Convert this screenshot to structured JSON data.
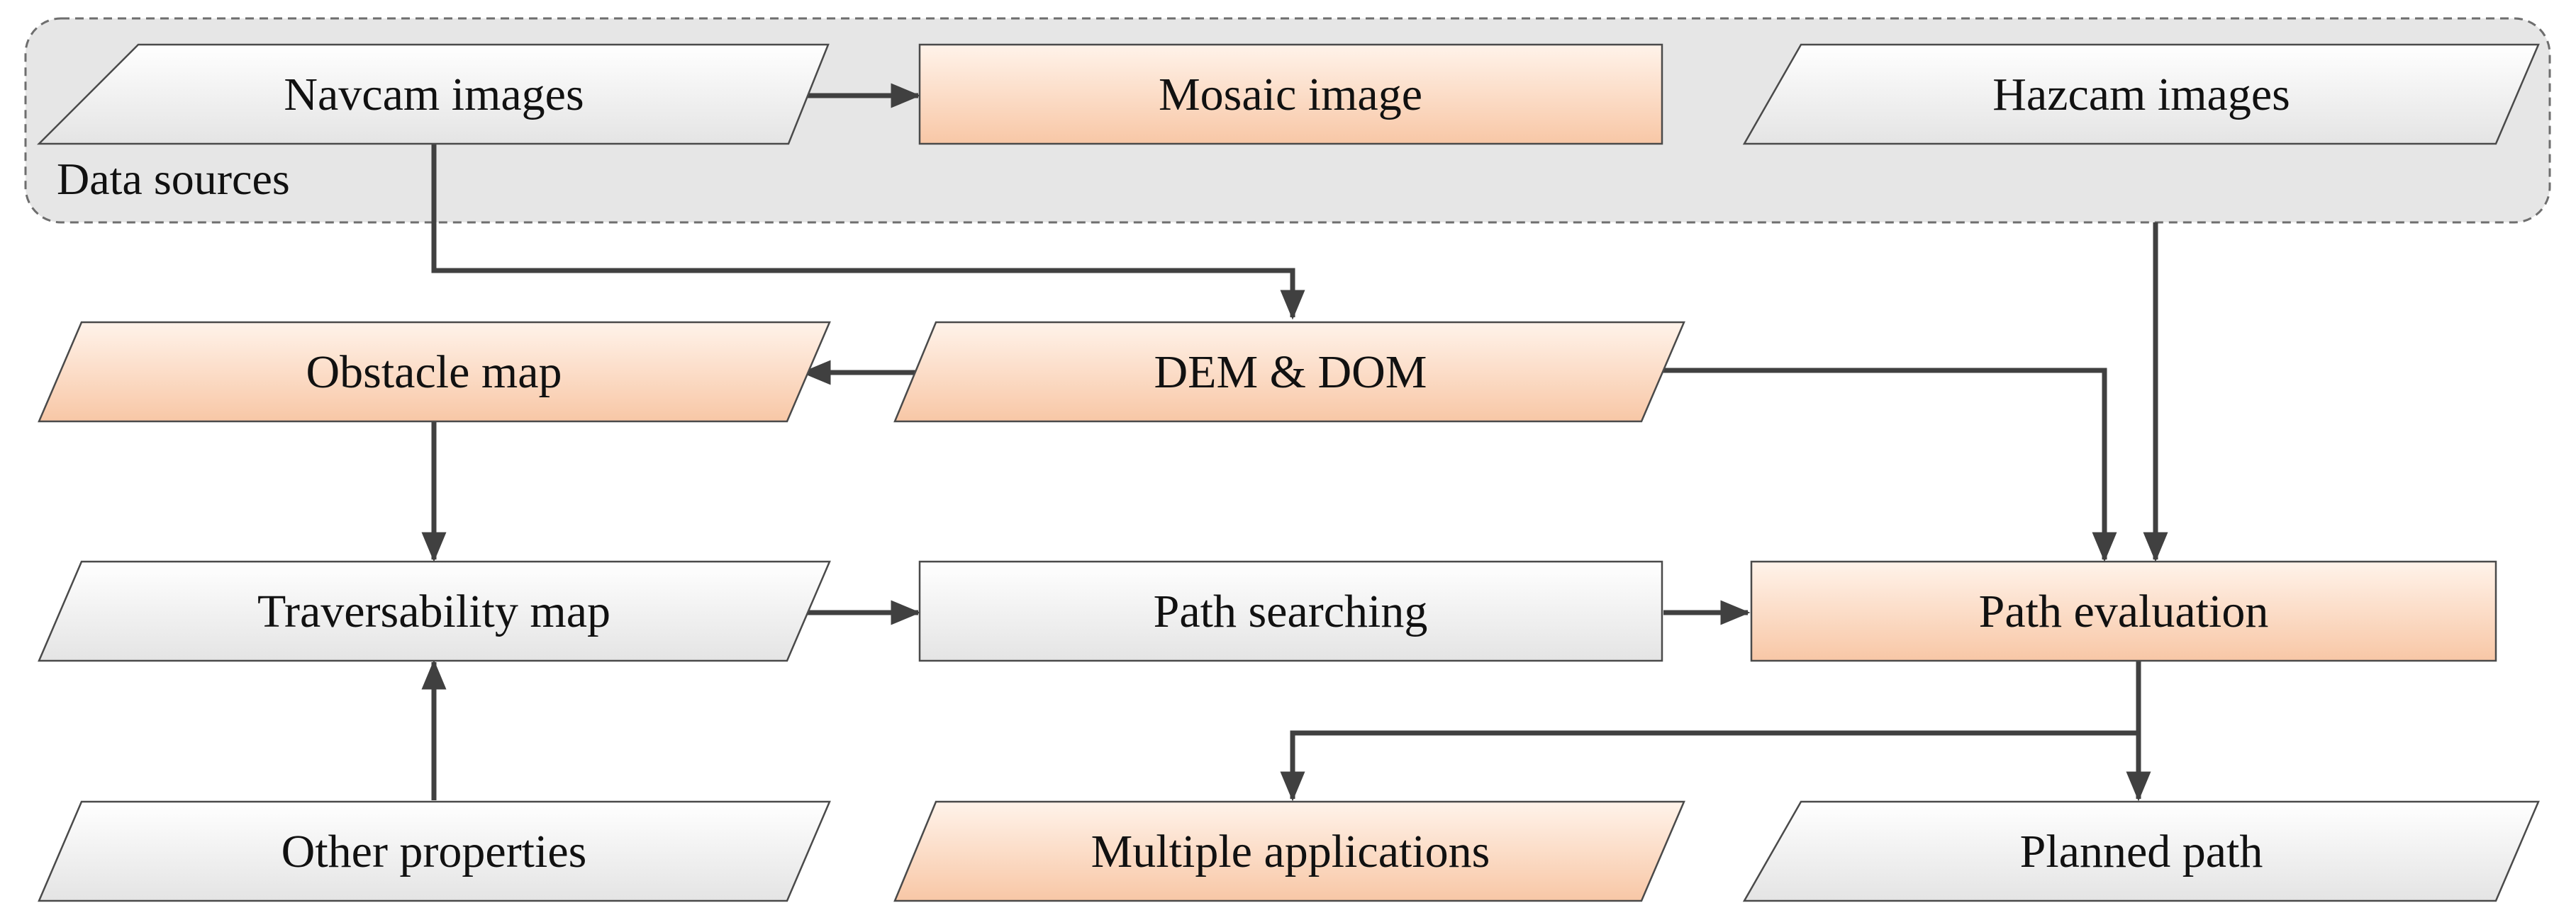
{
  "colors": {
    "line": "#404040",
    "node_border": "#4a4a4a",
    "group_fill": "#e6e6e6",
    "group_border": "#6e6e6e",
    "gray_node_light": "#ffffff",
    "gray_node_dark": "#e4e4e4",
    "orange_node_light": "#fff3ea",
    "orange_node_dark": "#f8c7a6"
  },
  "group": {
    "label": "Data sources"
  },
  "nodes": {
    "navcam_images": {
      "label": "Navcam images",
      "shape": "parallelogram",
      "tone": "gray"
    },
    "mosaic_image": {
      "label": "Mosaic image",
      "shape": "rectangle",
      "tone": "orange"
    },
    "hazcam_images": {
      "label": "Hazcam images",
      "shape": "parallelogram",
      "tone": "gray"
    },
    "obstacle_map": {
      "label": "Obstacle map",
      "shape": "parallelogram",
      "tone": "orange"
    },
    "dem_dom": {
      "label": "DEM & DOM",
      "shape": "parallelogram",
      "tone": "orange"
    },
    "traversability_map": {
      "label": "Traversability map",
      "shape": "parallelogram",
      "tone": "gray"
    },
    "path_searching": {
      "label": "Path searching",
      "shape": "rectangle",
      "tone": "gray"
    },
    "path_evaluation": {
      "label": "Path evaluation",
      "shape": "rectangle",
      "tone": "orange"
    },
    "other_properties": {
      "label": "Other properties",
      "shape": "parallelogram",
      "tone": "gray"
    },
    "multiple_applications": {
      "label": "Multiple applications",
      "shape": "parallelogram",
      "tone": "orange"
    },
    "planned_path": {
      "label": "Planned path",
      "shape": "parallelogram",
      "tone": "gray"
    }
  },
  "edges": [
    {
      "from": "navcam_images",
      "to": "mosaic_image"
    },
    {
      "from": "navcam_images",
      "to": "dem_dom"
    },
    {
      "from": "dem_dom",
      "to": "obstacle_map"
    },
    {
      "from": "dem_dom",
      "to": "path_evaluation"
    },
    {
      "from": "hazcam_images",
      "to": "path_evaluation"
    },
    {
      "from": "obstacle_map",
      "to": "traversability_map"
    },
    {
      "from": "other_properties",
      "to": "traversability_map"
    },
    {
      "from": "traversability_map",
      "to": "path_searching"
    },
    {
      "from": "path_searching",
      "to": "path_evaluation"
    },
    {
      "from": "path_evaluation",
      "to": "multiple_applications"
    },
    {
      "from": "path_evaluation",
      "to": "planned_path"
    }
  ]
}
